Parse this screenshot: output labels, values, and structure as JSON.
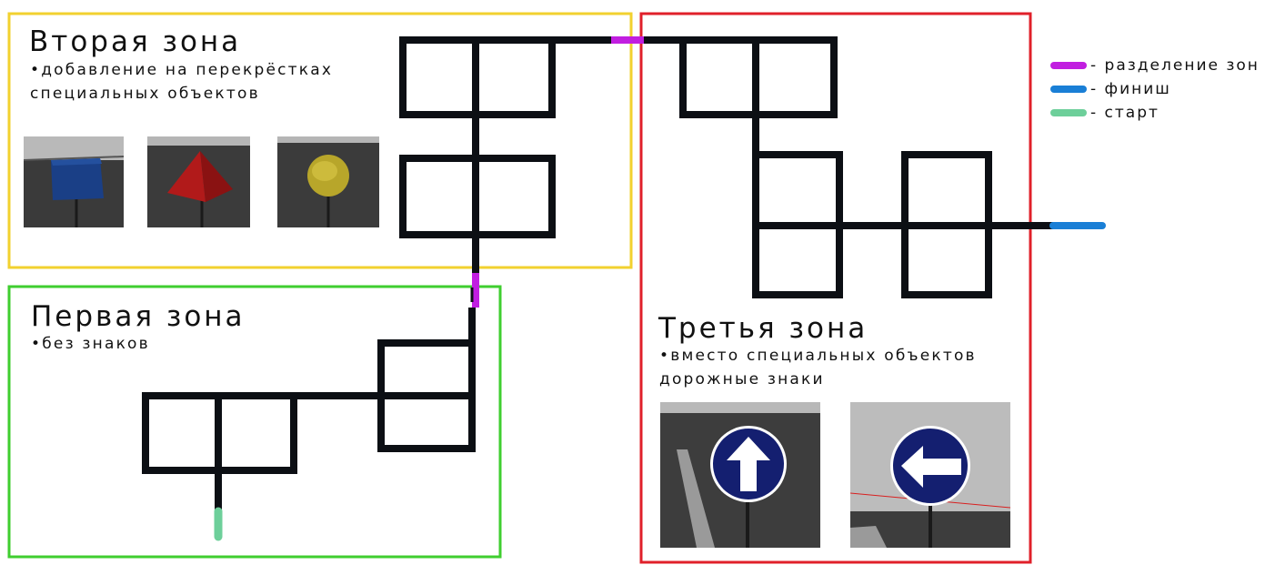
{
  "zones": {
    "second": {
      "title": "Вторая зона",
      "note_lines": [
        "•добавление на перекрёстках",
        "специальных объектов"
      ],
      "color": "#f2d12f",
      "objects": [
        "blue-cube-icon",
        "red-pyramid-icon",
        "yellow-sphere-icon"
      ]
    },
    "first": {
      "title": "Первая зона",
      "note_lines": [
        "•без знаков"
      ],
      "color": "#3fce2f"
    },
    "third": {
      "title": "Третья зона",
      "note_lines": [
        "•вместо специальных объектов",
        "дорожные знаки"
      ],
      "color": "#e0202a",
      "signs": [
        "arrow-up-sign-icon",
        "arrow-left-sign-icon"
      ]
    }
  },
  "legend": [
    {
      "label": "- разделение зон",
      "color": "#c11ee0"
    },
    {
      "label": "- финиш",
      "color": "#1a7fd6"
    },
    {
      "label": "- старт",
      "color": "#6dcf9a"
    }
  ],
  "colors": {
    "track": "#0c0f14",
    "boundary": "#c11ee0",
    "finish": "#1a7fd6",
    "start": "#6dcf9a"
  }
}
